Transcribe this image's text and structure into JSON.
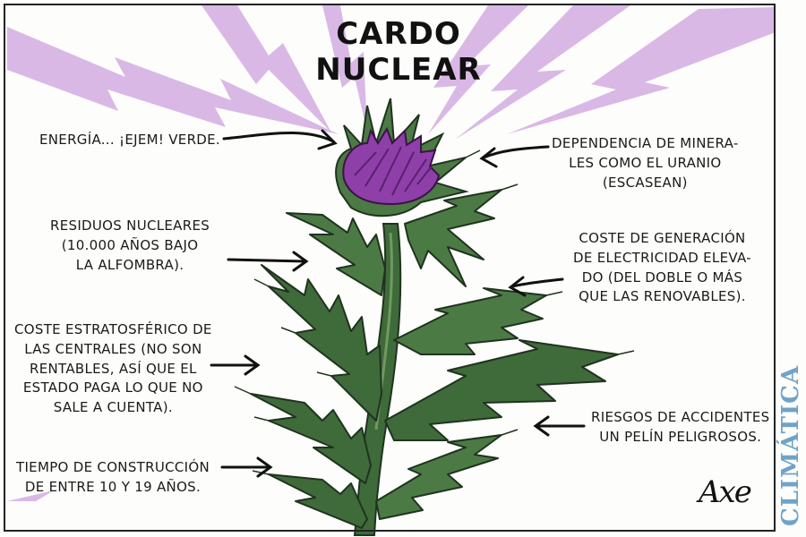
{
  "title": "CARDO NUCLEAR",
  "labels": {
    "energia": "ENERGÍA... ¡EJEM! VERDE.",
    "residuos_1": "RESIDUOS NUCLEARES",
    "residuos_2": "(10.000 AÑOS BAJO",
    "residuos_3": "LA ALFOMBRA).",
    "coste_estrat_1": "COSTE ESTRATOSFÉRICO DE",
    "coste_estrat_2": "LAS CENTRALES (NO SON",
    "coste_estrat_3": "RENTABLES, ASÍ QUE EL",
    "coste_estrat_4": "ESTADO PAGA LO QUE NO",
    "coste_estrat_5": "SALE A CUENTA).",
    "tiempo_1": "TIEMPO DE CONSTRUCCIÓN",
    "tiempo_2": "DE ENTRE 10 Y 19 AÑOS.",
    "dependencia_1": "DEPENDENCIA DE MINERA-",
    "dependencia_2": "LES COMO EL URANIO",
    "dependencia_3": "(ESCASEAN)",
    "coste_gen_1": "COSTE DE GENERACIÓN",
    "coste_gen_2": "DE ELECTRICIDAD ELEVA-",
    "coste_gen_3": "DO (DEL DOBLE O MÁS",
    "coste_gen_4": "QUE LAS RENOVABLES).",
    "riesgos_1": "RIESGOS DE ACCIDENTES",
    "riesgos_2": "UN PELÍN PELIGROSOS."
  },
  "signature": "Axe",
  "brand": "CLIMÁTICA",
  "colors": {
    "rays": "#d9b8e6",
    "flower": "#8e3fa8",
    "flower_dark": "#5a1f70",
    "leaf": "#3f6a3a",
    "leaf_light": "#6f9a5f",
    "leaf_dark": "#223d22",
    "brand": "#6fa3c9"
  }
}
